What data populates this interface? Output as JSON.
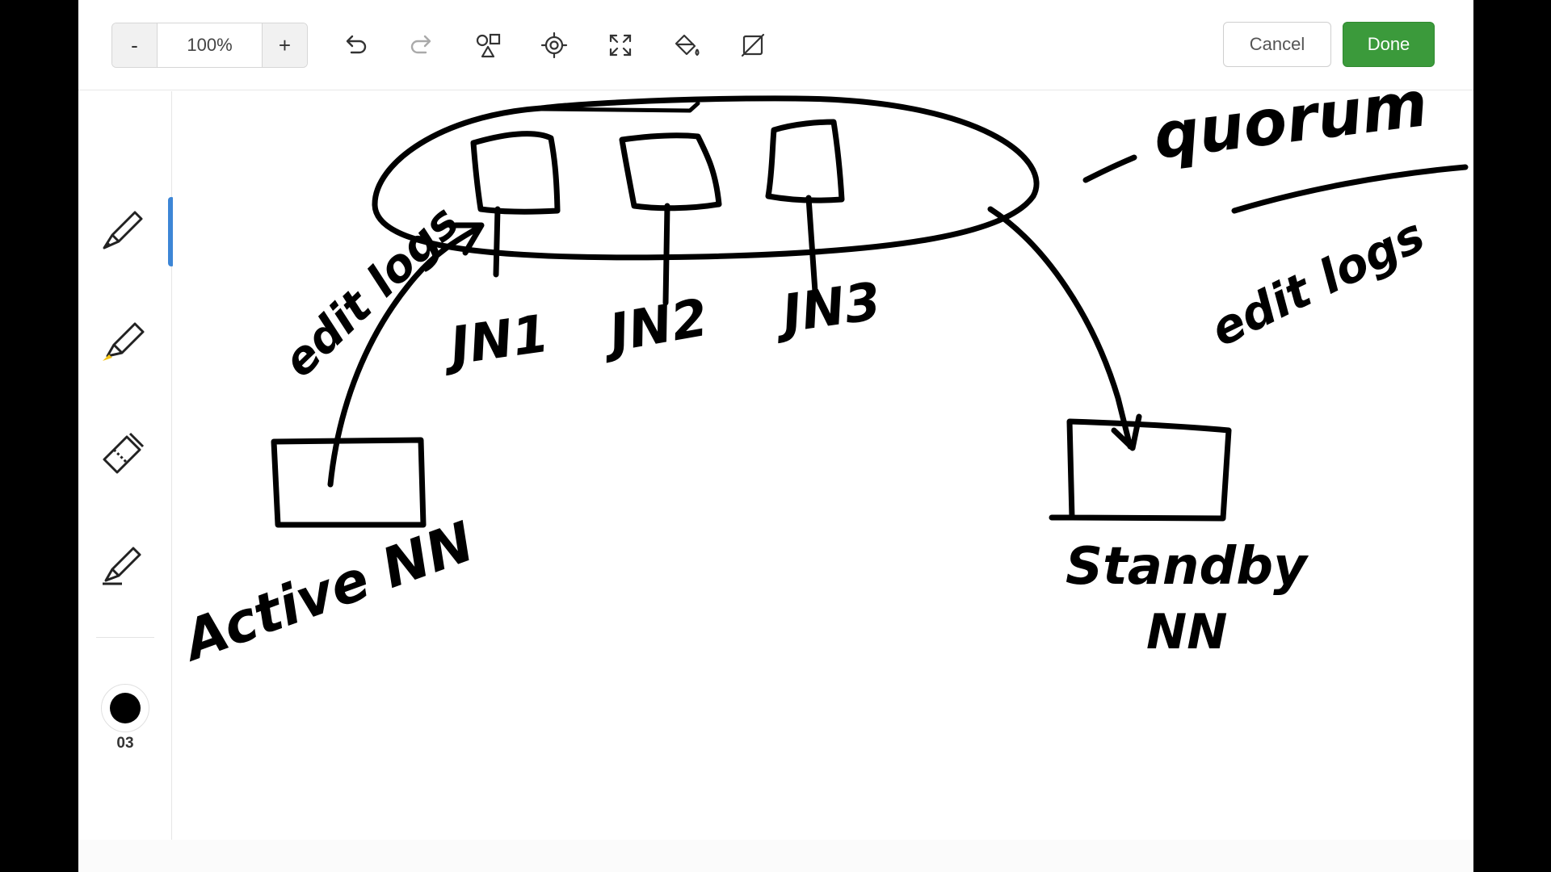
{
  "toolbar": {
    "zoom_out_label": "-",
    "zoom_level": "100%",
    "zoom_in_label": "+",
    "tools": [
      "undo-icon",
      "redo-icon",
      "shapes-icon",
      "locate-icon",
      "fullscreen-icon",
      "fill-bucket-icon",
      "clear-canvas-icon"
    ],
    "cancel_label": "Cancel",
    "done_label": "Done"
  },
  "left_panel": {
    "tools": [
      "pen",
      "highlighter",
      "eraser",
      "marker"
    ],
    "active_tool": "pen",
    "stroke_color": "#000000",
    "stroke_size": "03"
  },
  "canvas": {
    "labels": {
      "quorum": "quorum",
      "jn1": "JN1",
      "jn2": "JN2",
      "jn3": "JN3",
      "edit_logs_left": "edit logs",
      "edit_logs_right": "edit logs",
      "active_nn": "Active NN",
      "standby": "Standby",
      "standby_nn": "NN"
    }
  },
  "colors": {
    "done_green": "#3b9a3b",
    "active_blue": "#3d86d6"
  }
}
